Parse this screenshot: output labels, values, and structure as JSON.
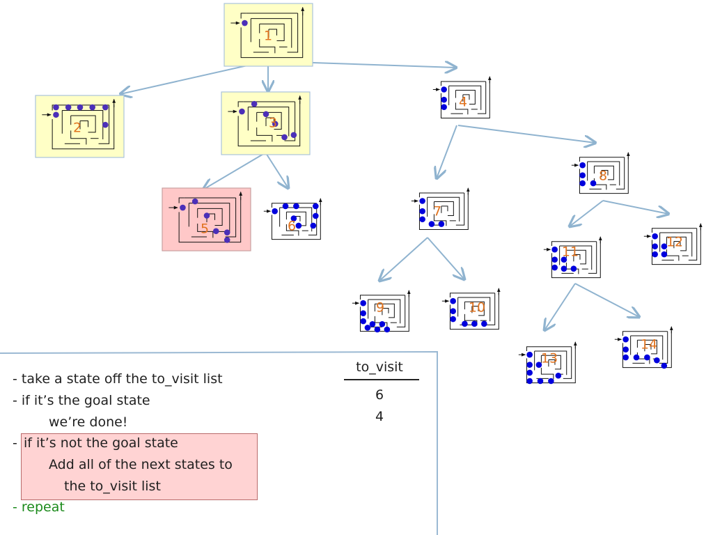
{
  "colors": {
    "edge": "#8fb3cf",
    "label": "#e0731f",
    "dot": "#0000dd",
    "dot_alt": "#4b2fb8",
    "visited_fill": "#ffffc6",
    "current_fill": "#ffc8c8",
    "repeat": "#1b8a1b",
    "divider": "#9bb9d3"
  },
  "tree": {
    "nodes": [
      {
        "id": "1",
        "label": "1",
        "status": "visited"
      },
      {
        "id": "2",
        "label": "2",
        "status": "visited"
      },
      {
        "id": "3",
        "label": "3",
        "status": "visited"
      },
      {
        "id": "4",
        "label": "4",
        "status": "unvisited"
      },
      {
        "id": "5",
        "label": "5",
        "status": "current"
      },
      {
        "id": "6",
        "label": "6",
        "status": "unvisited"
      },
      {
        "id": "7",
        "label": "7",
        "status": "unvisited"
      },
      {
        "id": "8",
        "label": "8",
        "status": "unvisited"
      },
      {
        "id": "9",
        "label": "9",
        "status": "unvisited"
      },
      {
        "id": "10",
        "label": "10",
        "status": "unvisited"
      },
      {
        "id": "11",
        "label": "11",
        "status": "unvisited"
      },
      {
        "id": "12",
        "label": "12",
        "status": "unvisited"
      },
      {
        "id": "13",
        "label": "13",
        "status": "unvisited"
      },
      {
        "id": "14",
        "label": "14",
        "status": "unvisited"
      }
    ],
    "edges": [
      [
        "1",
        "2"
      ],
      [
        "1",
        "3"
      ],
      [
        "1",
        "4"
      ],
      [
        "3",
        "5"
      ],
      [
        "3",
        "6"
      ],
      [
        "4",
        "7"
      ],
      [
        "4",
        "8"
      ],
      [
        "7",
        "9"
      ],
      [
        "7",
        "10"
      ],
      [
        "8",
        "11"
      ],
      [
        "8",
        "12"
      ],
      [
        "11",
        "13"
      ],
      [
        "11",
        "14"
      ]
    ]
  },
  "algorithm": {
    "step1": "- take a state off the to_visit list",
    "step2": "- if it’s the goal state",
    "step2_sub": "we’re done!",
    "step3_dash": "-",
    "step3": "if it’s not the goal state",
    "step3_sub1": "Add all of the next states to",
    "step3_sub2": "the to_visit list",
    "step4": "- repeat"
  },
  "to_visit": {
    "title": "to_visit",
    "items": [
      "6",
      "4"
    ]
  }
}
